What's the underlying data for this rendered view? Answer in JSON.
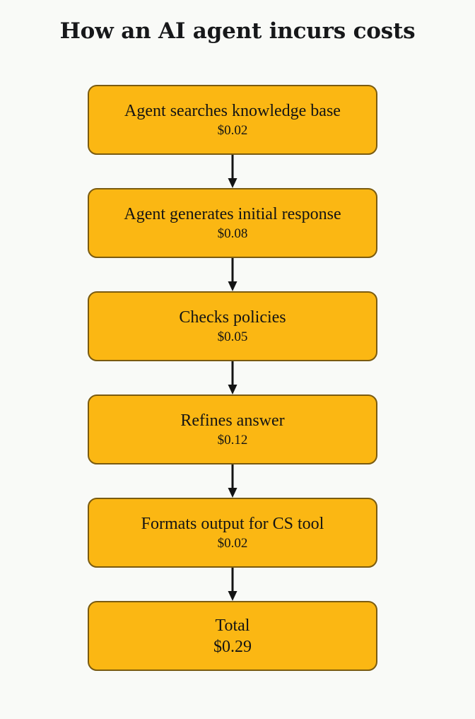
{
  "title": "How an AI agent incurs costs",
  "colors": {
    "background": "#F9FAF7",
    "node_fill": "#FBB713",
    "node_border": "#7A5B10",
    "text": "#141414",
    "title": "#17181A",
    "arrow": "#141414"
  },
  "chart_data": {
    "type": "diagram",
    "title": "How an AI agent incurs costs",
    "orientation": "vertical",
    "connector": "arrow-down",
    "currency": "USD",
    "nodes": [
      {
        "label": "Agent searches knowledge base",
        "amount": "$0.02",
        "value": 0.02
      },
      {
        "label": "Agent generates initial response",
        "amount": "$0.08",
        "value": 0.08
      },
      {
        "label": "Checks policies",
        "amount": "$0.05",
        "value": 0.05
      },
      {
        "label": "Refines answer",
        "amount": "$0.12",
        "value": 0.12
      },
      {
        "label": "Formats output for CS tool",
        "amount": "$0.02",
        "value": 0.02
      },
      {
        "label": "Total",
        "amount": "$0.29",
        "value": 0.29,
        "is_total": true
      }
    ]
  }
}
